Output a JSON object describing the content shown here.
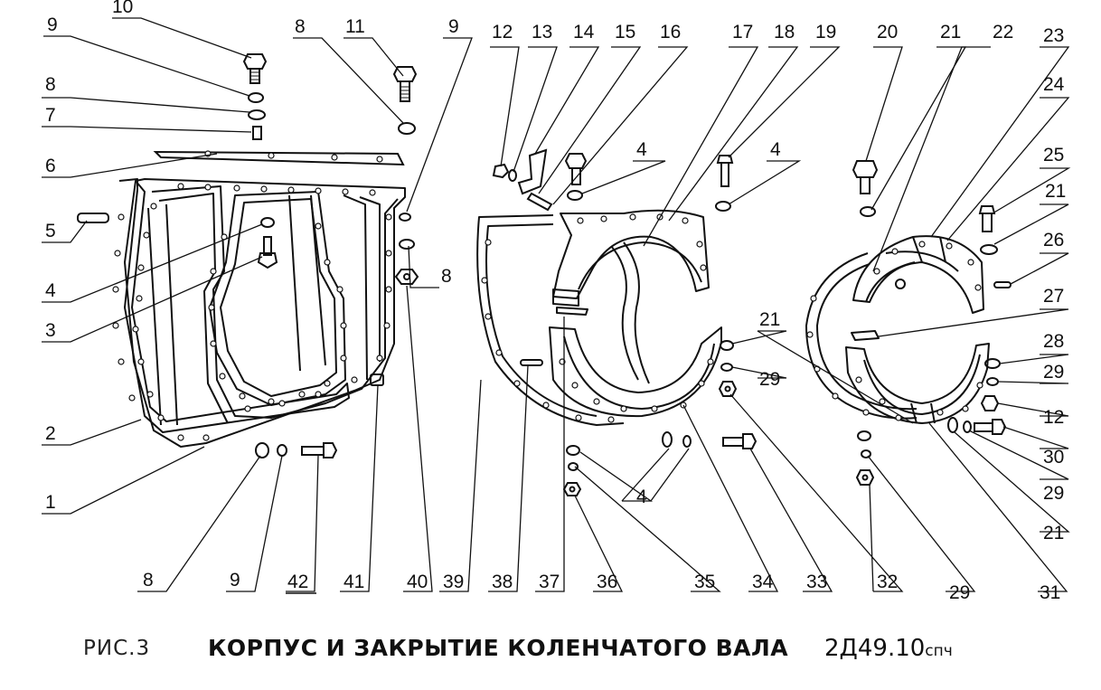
{
  "figure": {
    "label": "РИС.3",
    "title": "КОРПУС И ЗАКРЫТИЕ КОЛЕНЧАТОГО ВАЛА",
    "code_main": "2Д49.10",
    "code_suffix": "спч"
  },
  "callouts": [
    "1",
    "2",
    "3",
    "4",
    "5",
    "6",
    "7",
    "8",
    "9",
    "10",
    "11",
    "12",
    "13",
    "14",
    "15",
    "16",
    "17",
    "18",
    "19",
    "20",
    "21",
    "22",
    "23",
    "24",
    "25",
    "26",
    "27",
    "28",
    "29",
    "30",
    "31",
    "32",
    "33",
    "34",
    "35",
    "36",
    "37",
    "38",
    "39",
    "40",
    "41",
    "42"
  ]
}
